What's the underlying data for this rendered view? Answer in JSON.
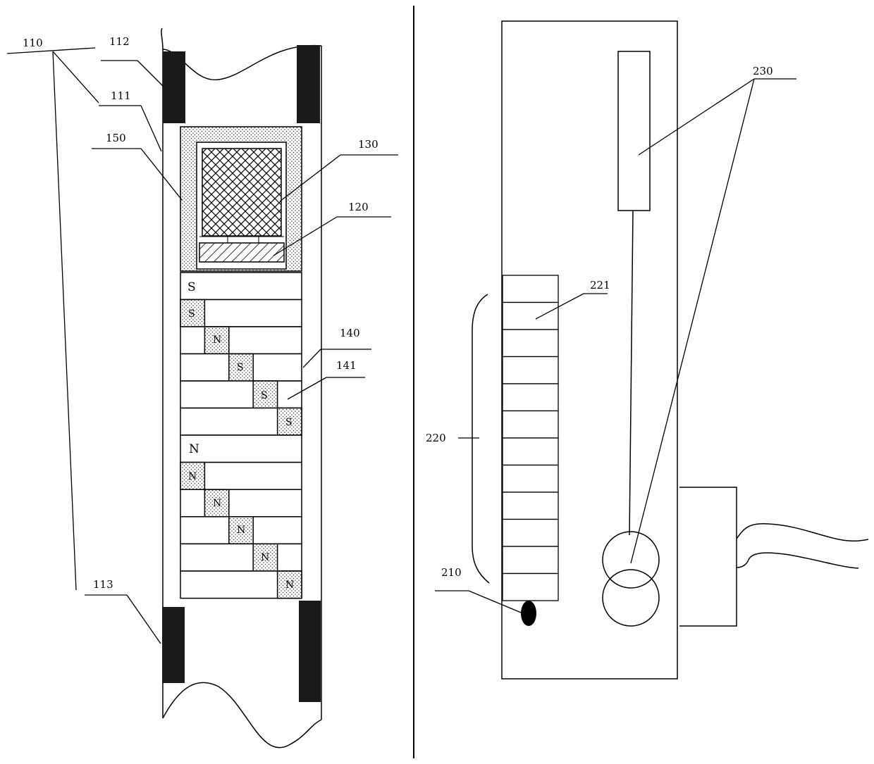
{
  "labels": {
    "l110": "110",
    "l112": "112",
    "l111": "111",
    "l150": "150",
    "l130": "130",
    "l120": "120",
    "l140": "140",
    "l141": "141",
    "l113": "113",
    "l230": "230",
    "l221": "221",
    "l220": "220",
    "l210": "210"
  },
  "magnets": {
    "top_pole": "S",
    "bottom_pole": "N",
    "s_steps": [
      "S",
      "N",
      "S",
      "S",
      "S"
    ],
    "n_steps": [
      "N",
      "N",
      "N",
      "N",
      "N"
    ]
  },
  "colors": {
    "ink": "#000000",
    "block": "#1a1a1a",
    "background": "#ffffff"
  }
}
